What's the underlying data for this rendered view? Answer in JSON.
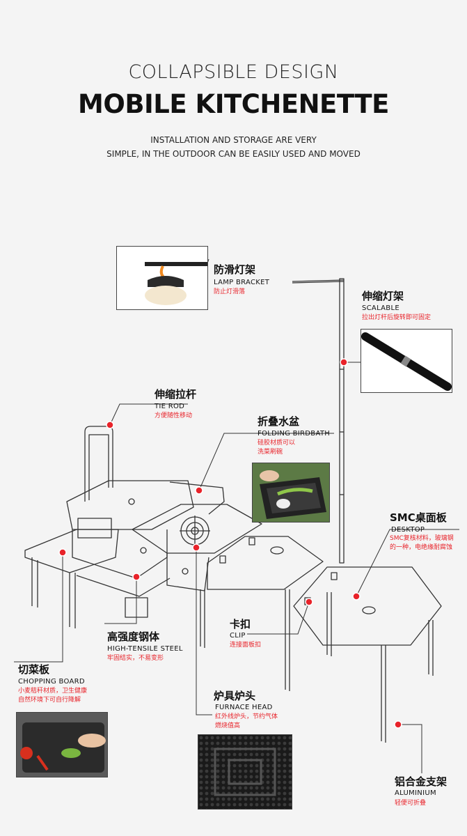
{
  "header": {
    "subtitle": "COLLAPSIBLE DESIGN",
    "title": "MOBILE KITCHENETTE",
    "desc_line1": "INSTALLATION AND STORAGE ARE VERY",
    "desc_line2": "SIMPLE, IN THE OUTDOOR CAN BE EASILY USED AND MOVED"
  },
  "labels": {
    "lamp_bracket": {
      "cn": "防滑灯架",
      "en": "LAMP BRACKET",
      "note": "防止灯滑落"
    },
    "scalable": {
      "cn": "伸缩灯架",
      "en": "SCALABLE",
      "note": "拉出灯杆后旋转即可固定"
    },
    "tie_rod": {
      "cn": "伸缩拉杆",
      "en": "TIE ROD",
      "note": "方便随性移动"
    },
    "folding_birdbath": {
      "cn": "折叠水盆",
      "en": "FOLDING BIRDBATH",
      "note1": "硅胶材质可以",
      "note2": "洗菜刷碗"
    },
    "desktop": {
      "cn": "SMC桌面板",
      "en": "DESKTOP",
      "note1": "SMC复核材料，玻璃钢",
      "note2": "的一种，电绝缘耐腐蚀"
    },
    "steel": {
      "cn": "高强度钢体",
      "en": "HIGH-TENSILE STEEL",
      "note": "牢固结实，不易变形"
    },
    "clip": {
      "cn": "卡扣",
      "en": "CLIP",
      "note": "连接面板扣"
    },
    "chopping_board": {
      "cn": "切菜板",
      "en": "CHOPPING BOARD",
      "note1": "小麦秸秆材质，卫生健康",
      "note2": "自然环境下可自行降解"
    },
    "furnace_head": {
      "cn": "炉具炉头",
      "en": "FURNACE HEAD",
      "note1": "红外线炉头，节约气体",
      "note2": "燃烧值高"
    },
    "aluminium": {
      "cn": "铝合金支架",
      "en": "ALUMINIUM",
      "note": "轻便可折叠"
    }
  },
  "colors": {
    "background": "#f4f4f4",
    "accent_dot": "#e8232a",
    "note_text": "#e8232a",
    "line": "#333333"
  }
}
